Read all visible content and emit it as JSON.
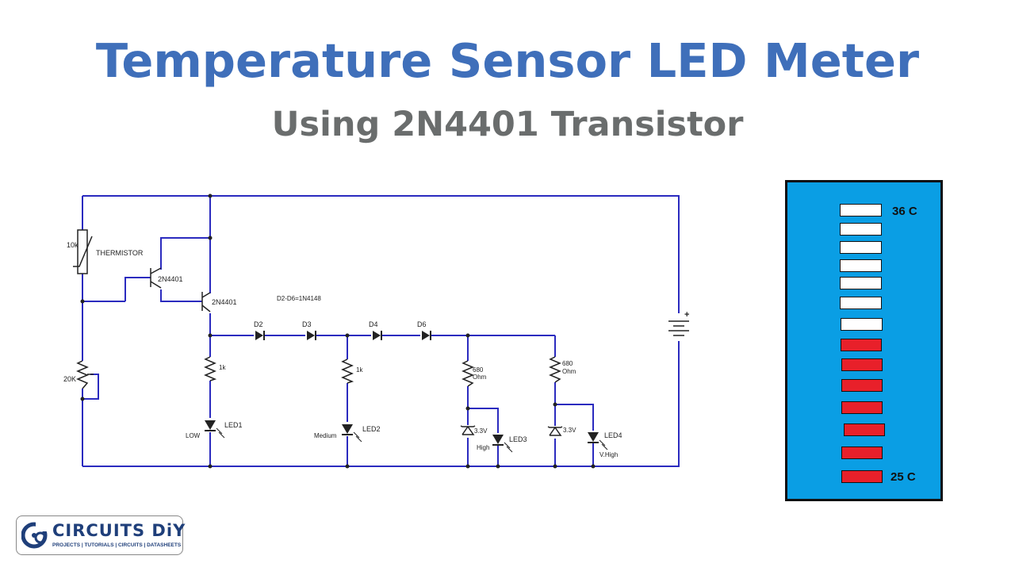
{
  "header": {
    "title": "Temperature Sensor LED Meter",
    "subtitle": "Using 2N4401 Transistor"
  },
  "circuit": {
    "labels": {
      "thermistor_value": "10k",
      "thermistor": "THERMISTOR",
      "transistor1": "2N4401",
      "transistor2": "2N4401",
      "diode_note": "D2-D6=1N4148",
      "d2": "D2",
      "d3": "D3",
      "d4": "D4",
      "d6": "D6",
      "pot": "20K",
      "r1": "1k",
      "r2": "1k",
      "r3_line1": "680",
      "r3_line2": "Ohm",
      "r4_line1": "680",
      "r4_line2": "Ohm",
      "z1": "3.3V",
      "z2": "3.3V",
      "led1": "LED1",
      "led2": "LED2",
      "led3": "LED3",
      "led4": "LED4",
      "low": "LOW",
      "medium": "Medium",
      "high": "High",
      "vhigh": "V.High",
      "battery_plus": "+"
    }
  },
  "meter": {
    "top_label": "36 C",
    "bottom_label": "25 C",
    "segments": [
      "white",
      "white",
      "white",
      "white",
      "white",
      "white",
      "white",
      "red",
      "red",
      "red",
      "red",
      "red",
      "red",
      "red"
    ],
    "colors": {
      "background": "#0a9ee4",
      "white": "#ffffff",
      "red": "#e8202a"
    }
  },
  "logo": {
    "name": "CIRCUITS DiY",
    "tagline": "PROJECTS | TUTORIALS | CIRCUITS | DATASHEETS"
  }
}
